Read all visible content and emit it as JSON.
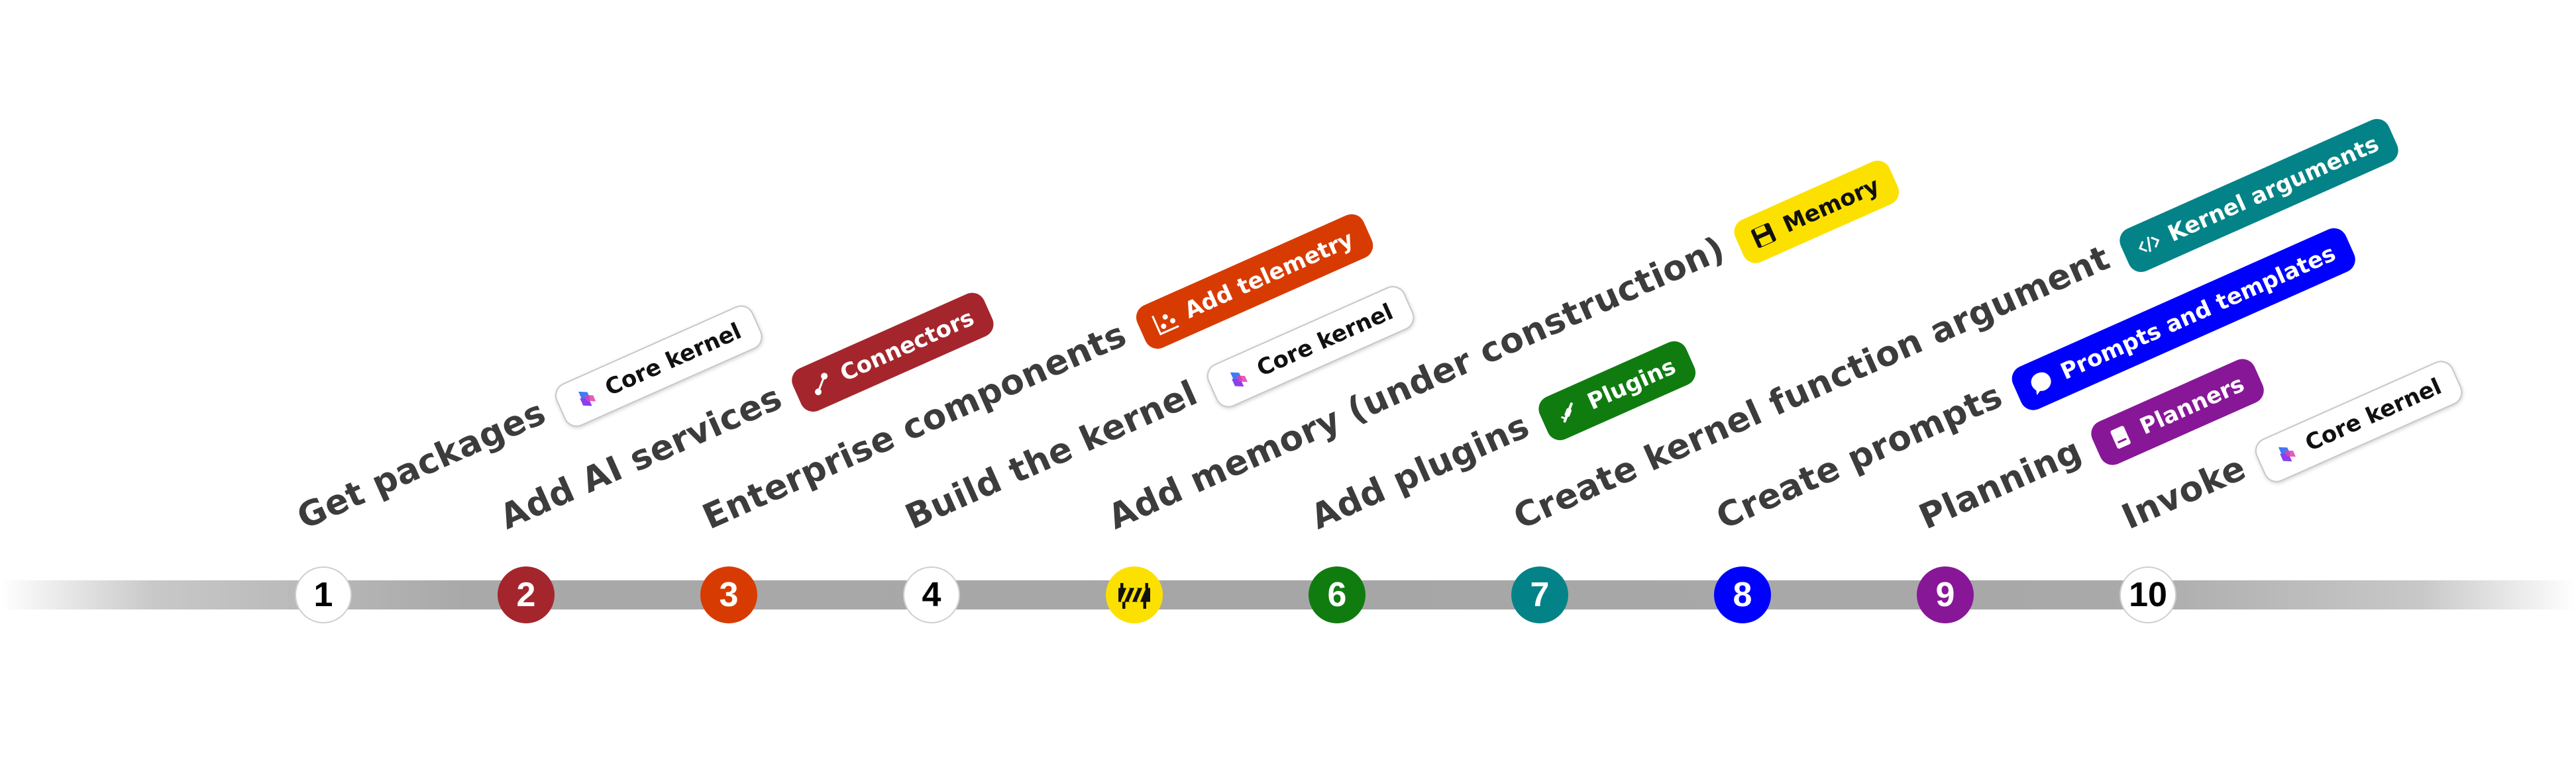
{
  "steps": [
    {
      "number": "1",
      "label": "Get packages",
      "circle_color": "#ffffff",
      "circle_style": "light",
      "circle_icon": "",
      "badges": [
        {
          "text": "Core kernel",
          "icon": "semantic-kernel-logo-icon",
          "bg": "#ffffff",
          "style": "light"
        }
      ]
    },
    {
      "number": "2",
      "label": "Add AI services",
      "circle_color": "#a4262c",
      "circle_style": "dark",
      "circle_icon": "",
      "badges": [
        {
          "text": "Connectors",
          "icon": "connector-icon",
          "bg": "#a4262c",
          "style": "dark"
        }
      ]
    },
    {
      "number": "3",
      "label": "Enterprise components",
      "circle_color": "#d83b01",
      "circle_style": "dark",
      "circle_icon": "",
      "badges": [
        {
          "text": "Add telemetry",
          "icon": "telemetry-chart-icon",
          "bg": "#d83b01",
          "style": "dark"
        }
      ]
    },
    {
      "number": "4",
      "label": "Build the kernel",
      "circle_color": "#ffffff",
      "circle_style": "light",
      "circle_icon": "",
      "badges": [
        {
          "text": "Core kernel",
          "icon": "semantic-kernel-logo-icon",
          "bg": "#ffffff",
          "style": "light"
        }
      ]
    },
    {
      "number": "",
      "label": "Add memory  (under construction)",
      "circle_color": "#fce100",
      "circle_style": "dark",
      "circle_icon": "construction-barrier-icon",
      "badges": [
        {
          "text": "Memory",
          "icon": "save-disk-icon",
          "bg": "#fce100",
          "style": "yellow"
        }
      ]
    },
    {
      "number": "6",
      "label": "Add plugins",
      "circle_color": "#107c10",
      "circle_style": "dark",
      "circle_icon": "",
      "badges": [
        {
          "text": "Plugins",
          "icon": "plug-icon",
          "bg": "#107c10",
          "style": "dark"
        }
      ]
    },
    {
      "number": "7",
      "label": "Create kernel function argument",
      "circle_color": "#038387",
      "circle_style": "dark",
      "circle_icon": "",
      "badges": [
        {
          "text": "Kernel arguments",
          "icon": "code-brackets-icon",
          "bg": "#038387",
          "style": "dark"
        }
      ]
    },
    {
      "number": "8",
      "label": "Create  prompts",
      "circle_color": "#0000ff",
      "circle_style": "dark",
      "circle_icon": "",
      "badges": [
        {
          "text": "Prompts and templates",
          "icon": "chat-bubble-icon",
          "bg": "#0000ff",
          "style": "dark"
        }
      ]
    },
    {
      "number": "9",
      "label": "Planning",
      "circle_color": "#881798",
      "circle_style": "dark",
      "circle_icon": "",
      "badges": [
        {
          "text": "Planners",
          "icon": "notebook-icon",
          "bg": "#881798",
          "style": "dark"
        }
      ]
    },
    {
      "number": "10",
      "label": "Invoke",
      "circle_color": "#ffffff",
      "circle_style": "light",
      "circle_icon": "",
      "badges": [
        {
          "text": "Core kernel",
          "icon": "semantic-kernel-logo-icon",
          "bg": "#ffffff",
          "style": "light"
        }
      ]
    }
  ]
}
